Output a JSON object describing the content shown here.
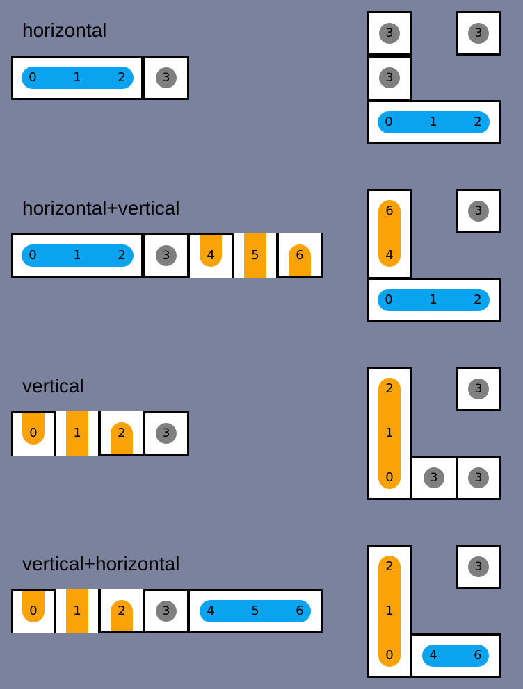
{
  "sections": {
    "s1": {
      "title": "horizontal"
    },
    "s2": {
      "title": "horizontal+vertical"
    },
    "s3": {
      "title": "vertical"
    },
    "s4": {
      "title": "vertical+horizontal"
    }
  },
  "labels": {
    "n0": "0",
    "n1": "1",
    "n2": "2",
    "n3": "3",
    "n4": "4",
    "n5": "5",
    "n6": "6"
  },
  "colors": {
    "background": "#7b829d",
    "horizontal_run": "#0aa3f0",
    "vertical_run": "#fba206",
    "single_item": "#7f7f7f"
  }
}
